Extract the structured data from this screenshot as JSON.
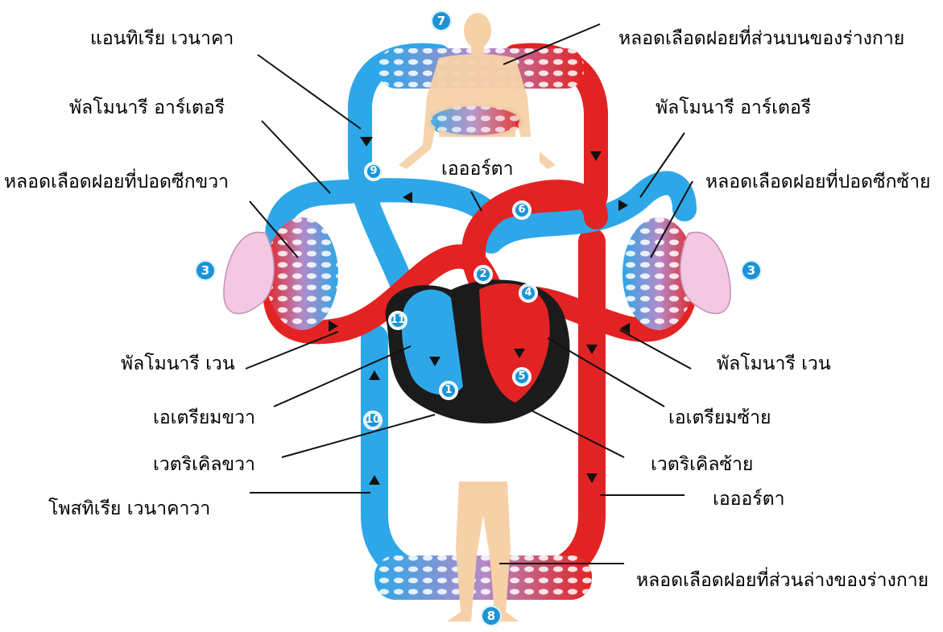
{
  "labels": {
    "anterior_vena_cava": "แอนทิเรีย เวนาคา",
    "upper_body_capillaries": "หลอดเลือดฝอยที่ส่วนบนของร่างกาย",
    "pulmonary_artery_left_side": "พัลโมนารี อาร์เตอรี",
    "pulmonary_artery_right_side": "พัลโมนารี อาร์เตอรี",
    "aorta_top": "เอออร์ตา",
    "right_lung_capillaries": "หลอดเลือดฝอยที่ปอดซีกขวา",
    "left_lung_capillaries": "หลอดเลือดฝอยที่ปอดซีกซ้าย",
    "pulmonary_vein_left_side": "พัลโมนารี เวน",
    "pulmonary_vein_right_side": "พัลโมนารี เวน",
    "right_atrium": "เอเตรียมขวา",
    "left_atrium": "เอเตรียมซ้าย",
    "right_ventricle": "เวตริเคิลขวา",
    "left_ventricle": "เวตริเคิลซ้าย",
    "posterior_vena_cava": "โพสทิเรีย เวนาคาวา",
    "aorta_bottom": "เอออร์ตา",
    "lower_body_capillaries": "หลอดเลือดฝอยที่ส่วนล่างของร่างกาย"
  },
  "badges": {
    "b1": "1",
    "b2": "2",
    "b3_left": "3",
    "b3_right": "3",
    "b4": "4",
    "b5": "5",
    "b6": "6",
    "b7": "7",
    "b8": "8",
    "b9": "9",
    "b10": "10",
    "b11": "11"
  },
  "colors": {
    "oxygenated": "#e32323",
    "deoxygenated": "#2ea7e8",
    "heart": "#1b1b1b",
    "skin": "#f6d1a8",
    "lung": "#f4c8e2",
    "badge": "#1a94d6"
  }
}
